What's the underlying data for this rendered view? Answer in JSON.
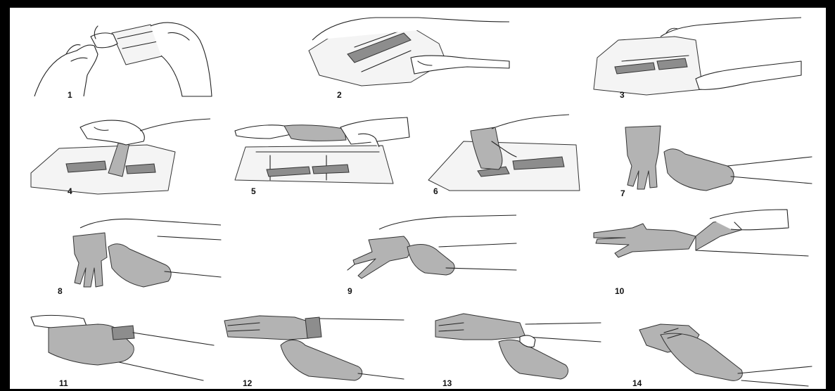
{
  "figure": {
    "steps": [
      {
        "label": "1",
        "content": "opening-outer-wrapper"
      },
      {
        "label": "2",
        "content": "unfolding-package"
      },
      {
        "label": "3",
        "content": "opening-inner-wrapper"
      },
      {
        "label": "4",
        "content": "picking-first-glove"
      },
      {
        "label": "5",
        "content": "pulling-on-first-glove"
      },
      {
        "label": "6",
        "content": "picking-second-glove"
      },
      {
        "label": "7",
        "content": "holding-second-glove"
      },
      {
        "label": "8",
        "content": "inserting-hand"
      },
      {
        "label": "9",
        "content": "pulling-second-glove"
      },
      {
        "label": "10",
        "content": "adjusting-cuff"
      },
      {
        "label": "11",
        "content": "unrolling-cuff"
      },
      {
        "label": "12",
        "content": "fitting-fingers"
      },
      {
        "label": "13",
        "content": "pulling-up-cuff"
      },
      {
        "label": "14",
        "content": "gloved-hands-together"
      }
    ]
  },
  "colors": {
    "frame": "#000000",
    "background": "#ffffff",
    "glove": "#b3b3b3",
    "line": "#222222"
  }
}
